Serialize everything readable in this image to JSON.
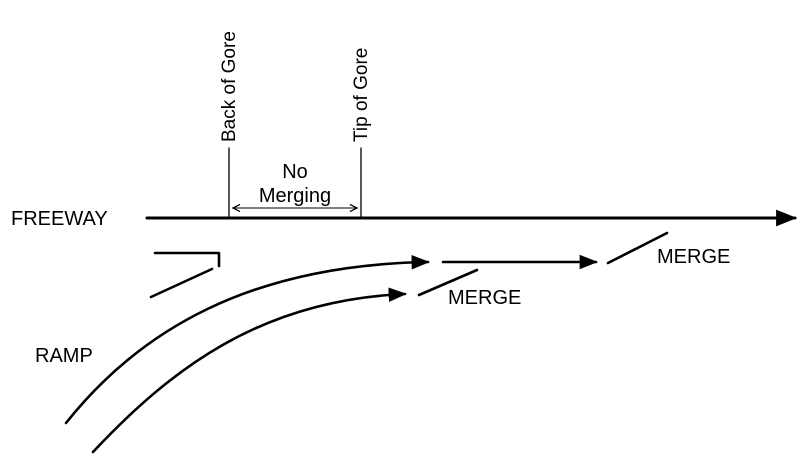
{
  "labels": {
    "freeway": "FREEWAY",
    "ramp": "RAMP",
    "back_of_gore": "Back of Gore",
    "tip_of_gore": "Tip of Gore",
    "no_merging_line1": "No",
    "no_merging_line2": "Merging",
    "merge_lower": "MERGE",
    "merge_upper": "MERGE"
  },
  "colors": {
    "ink": "#000000",
    "background": "#ffffff"
  }
}
